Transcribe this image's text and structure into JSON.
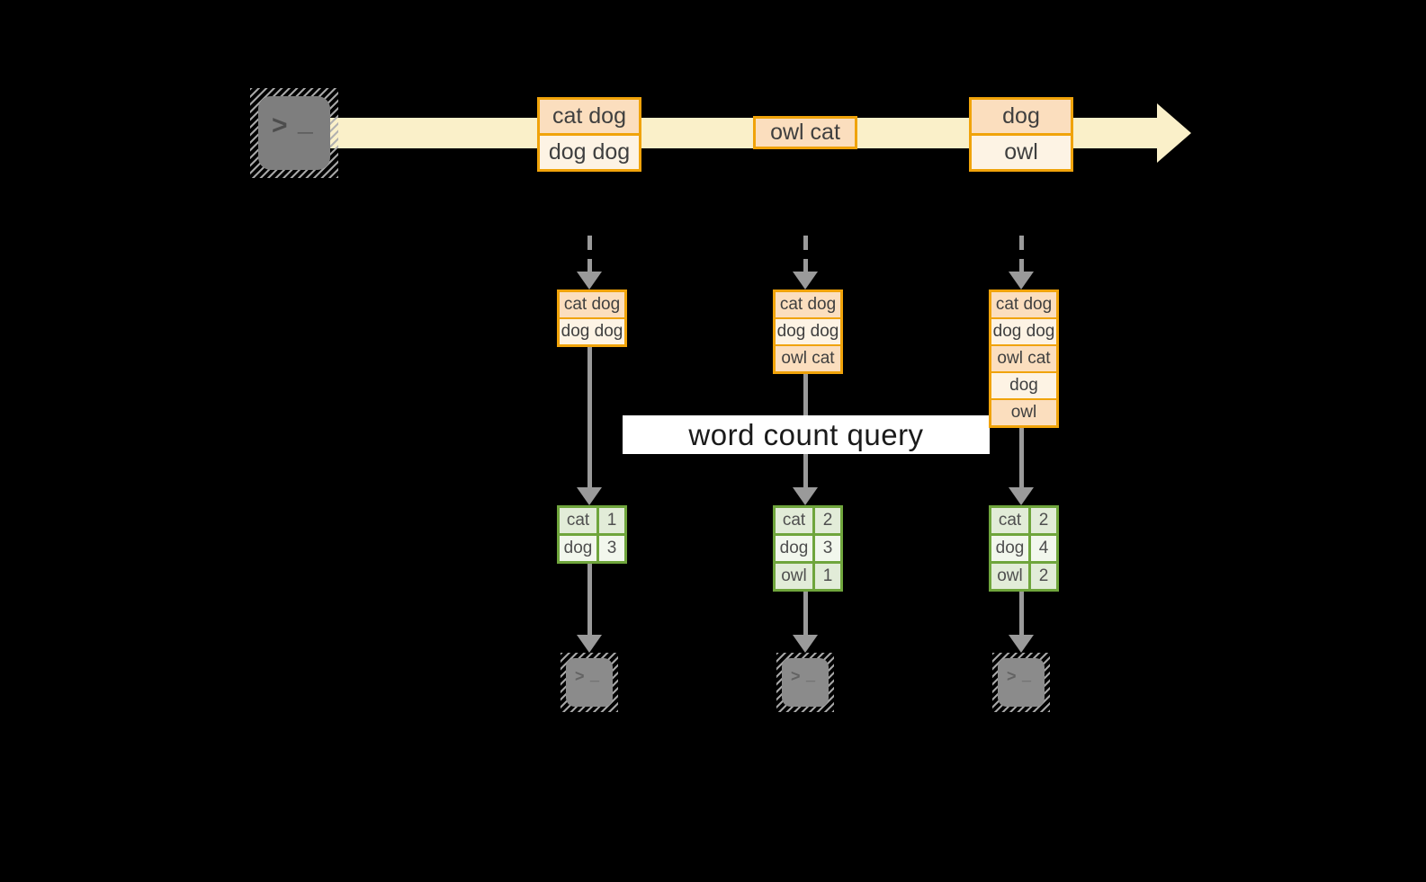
{
  "diagram": {
    "query_label": "word count query",
    "stream_events": [
      {
        "lines": [
          "cat dog",
          "dog dog"
        ]
      },
      {
        "lines": [
          "owl cat"
        ]
      },
      {
        "lines": [
          "dog",
          "owl"
        ]
      }
    ],
    "pipelines": [
      {
        "buffer": [
          "cat dog",
          "dog dog"
        ],
        "counts": [
          {
            "word": "cat",
            "count": "1"
          },
          {
            "word": "dog",
            "count": "3"
          }
        ]
      },
      {
        "buffer": [
          "cat dog",
          "dog dog",
          "owl cat"
        ],
        "counts": [
          {
            "word": "cat",
            "count": "2"
          },
          {
            "word": "dog",
            "count": "3"
          },
          {
            "word": "owl",
            "count": "1"
          }
        ]
      },
      {
        "buffer": [
          "cat dog",
          "dog dog",
          "owl cat",
          "dog",
          "owl"
        ],
        "counts": [
          {
            "word": "cat",
            "count": "2"
          },
          {
            "word": "dog",
            "count": "4"
          },
          {
            "word": "owl",
            "count": "2"
          }
        ]
      }
    ],
    "icons": {
      "source": "terminal-icon",
      "sink": "terminal-icon",
      "prompt_chevron": ">",
      "prompt_underscore": "_"
    },
    "colors": {
      "amber_border": "#F0A30A",
      "peach_fill": "#FBDEBE",
      "cream_fill": "#FDF3E4",
      "stream_fill": "#FAF0C9",
      "green_border": "#6FA53C",
      "green_row": "#E2ECD8",
      "green_row_alt": "#F2F7ED",
      "arrow_gray": "#9A9A9A",
      "terminal_gray": "#7E7E7E",
      "query_band_bg": "#FFFFFF",
      "text": "#3F3F3F"
    }
  }
}
